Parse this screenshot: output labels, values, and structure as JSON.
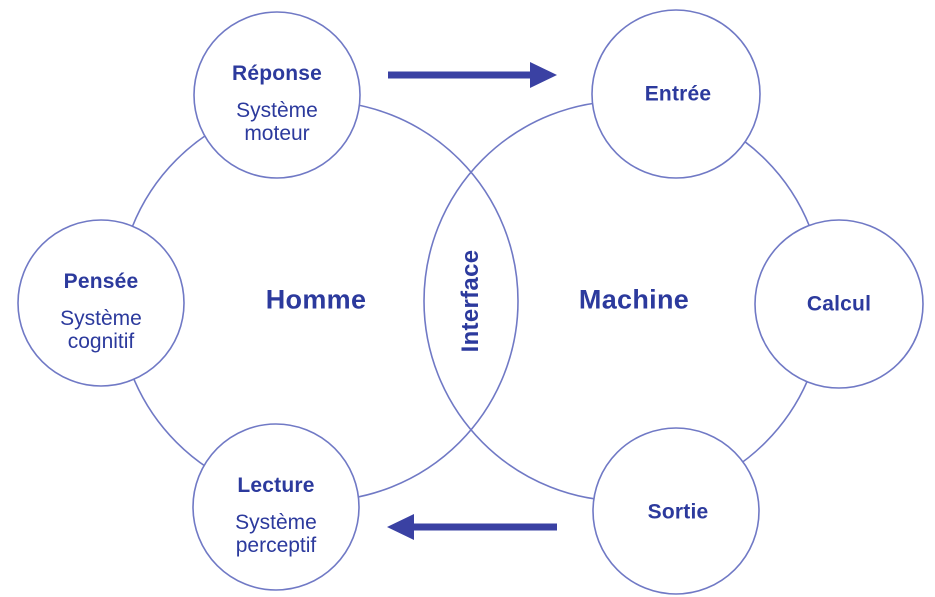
{
  "diagram": {
    "regions": {
      "homme": "Homme",
      "machine": "Machine",
      "interface": "Interface"
    },
    "homme_nodes": [
      {
        "title": "Réponse",
        "subtitle": "Système moteur"
      },
      {
        "title": "Pensée",
        "subtitle": "Système cognitif"
      },
      {
        "title": "Lecture",
        "subtitle": "Système perceptif"
      }
    ],
    "machine_nodes": [
      {
        "title": "Entrée"
      },
      {
        "title": "Calcul"
      },
      {
        "title": "Sortie"
      }
    ],
    "arrows": [
      {
        "name": "reponse-to-entree",
        "direction": "right"
      },
      {
        "name": "sortie-to-lecture",
        "direction": "left"
      }
    ]
  },
  "colors": {
    "background": "#ffffff",
    "circle_stroke": "#7079c5",
    "label_text": "#2c3a9d",
    "arrow_fill": "#3a41a3"
  }
}
